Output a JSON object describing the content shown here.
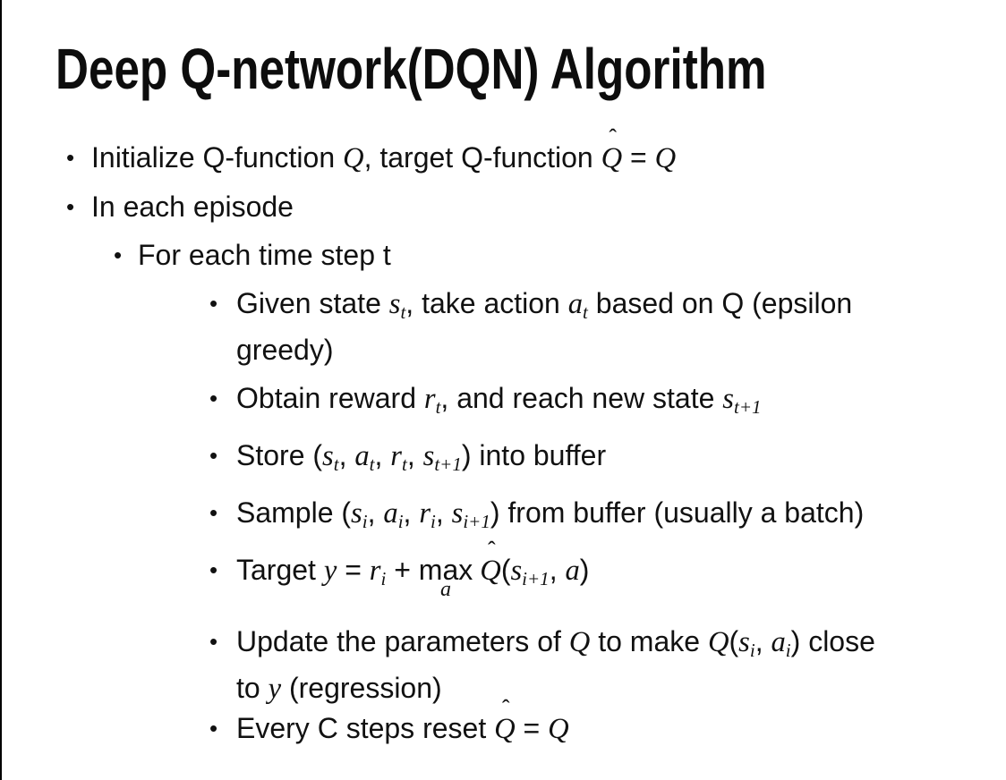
{
  "glyphs": {
    "bullet": "•",
    "hat": "ˆ"
  },
  "colors": {
    "text": "#111111",
    "background": "#ffffff",
    "border_left": "#000000"
  },
  "slide": {
    "title": "Deep Q-network(DQN) Algorithm",
    "bullets": [
      {
        "level": 1,
        "segments": [
          {
            "s": "p",
            "t": "Initialize Q-function "
          },
          {
            "s": "m",
            "t": "Q"
          },
          {
            "s": "p",
            "t": ", target Q-function "
          },
          {
            "s": "hat",
            "t": "Q"
          },
          {
            "s": "p",
            "t": " = "
          },
          {
            "s": "m",
            "t": "Q"
          }
        ]
      },
      {
        "level": 1,
        "segments": [
          {
            "s": "p",
            "t": "In each episode"
          }
        ]
      },
      {
        "level": 2,
        "segments": [
          {
            "s": "p",
            "t": "For each time step t"
          }
        ]
      },
      {
        "level": 3,
        "segments": [
          {
            "s": "p",
            "t": "Given state "
          },
          {
            "s": "m",
            "t": "s"
          },
          {
            "s": "sub",
            "t": "t"
          },
          {
            "s": "p",
            "t": ", take action "
          },
          {
            "s": "m",
            "t": "a"
          },
          {
            "s": "sub",
            "t": "t"
          },
          {
            "s": "p",
            "t": " based on Q (epsilon"
          },
          {
            "s": "br"
          },
          {
            "s": "p",
            "t": "greedy)"
          }
        ]
      },
      {
        "level": 3,
        "segments": [
          {
            "s": "p",
            "t": "Obtain reward "
          },
          {
            "s": "m",
            "t": "r"
          },
          {
            "s": "sub",
            "t": "t"
          },
          {
            "s": "p",
            "t": ", and reach new state "
          },
          {
            "s": "m",
            "t": "s"
          },
          {
            "s": "sub",
            "t": "t+1"
          }
        ]
      },
      {
        "level": 3,
        "segments": [
          {
            "s": "p",
            "t": "Store ("
          },
          {
            "s": "m",
            "t": "s"
          },
          {
            "s": "sub",
            "t": "t"
          },
          {
            "s": "p",
            "t": ", "
          },
          {
            "s": "m",
            "t": "a"
          },
          {
            "s": "sub",
            "t": "t"
          },
          {
            "s": "p",
            "t": ", "
          },
          {
            "s": "m",
            "t": "r"
          },
          {
            "s": "sub",
            "t": "t"
          },
          {
            "s": "p",
            "t": ", "
          },
          {
            "s": "m",
            "t": "s"
          },
          {
            "s": "sub",
            "t": "t+1"
          },
          {
            "s": "p",
            "t": ") into buffer"
          }
        ]
      },
      {
        "level": 3,
        "segments": [
          {
            "s": "p",
            "t": "Sample ("
          },
          {
            "s": "m",
            "t": "s"
          },
          {
            "s": "sub",
            "t": "i"
          },
          {
            "s": "p",
            "t": ", "
          },
          {
            "s": "m",
            "t": "a"
          },
          {
            "s": "sub",
            "t": "i"
          },
          {
            "s": "p",
            "t": ", "
          },
          {
            "s": "m",
            "t": "r"
          },
          {
            "s": "sub",
            "t": "i"
          },
          {
            "s": "p",
            "t": ", "
          },
          {
            "s": "m",
            "t": "s"
          },
          {
            "s": "sub",
            "t": "i+1"
          },
          {
            "s": "p",
            "t": ") from buffer (usually a batch)"
          }
        ]
      },
      {
        "level": 3,
        "segments": [
          {
            "s": "p",
            "t": "Target "
          },
          {
            "s": "m",
            "t": "y"
          },
          {
            "s": "p",
            "t": " = "
          },
          {
            "s": "m",
            "t": "r"
          },
          {
            "s": "sub",
            "t": "i"
          },
          {
            "s": "p",
            "t": " + "
          },
          {
            "s": "max",
            "t": "max",
            "u": "a"
          },
          {
            "s": "hat",
            "t": "Q"
          },
          {
            "s": "p",
            "t": "("
          },
          {
            "s": "m",
            "t": "s"
          },
          {
            "s": "sub",
            "t": "i+1"
          },
          {
            "s": "p",
            "t": ", "
          },
          {
            "s": "m",
            "t": "a"
          },
          {
            "s": "p",
            "t": ")"
          }
        ]
      },
      {
        "level": 3,
        "segments": [
          {
            "s": "p",
            "t": "Update the parameters of "
          },
          {
            "s": "m",
            "t": "Q"
          },
          {
            "s": "p",
            "t": " to make "
          },
          {
            "s": "m",
            "t": "Q"
          },
          {
            "s": "p",
            "t": "("
          },
          {
            "s": "m",
            "t": "s"
          },
          {
            "s": "sub",
            "t": "i"
          },
          {
            "s": "p",
            "t": ", "
          },
          {
            "s": "m",
            "t": "a"
          },
          {
            "s": "sub",
            "t": "i"
          },
          {
            "s": "p",
            "t": ") close"
          },
          {
            "s": "br"
          },
          {
            "s": "p",
            "t": "to "
          },
          {
            "s": "m",
            "t": "y"
          },
          {
            "s": "p",
            "t": " (regression)"
          }
        ]
      },
      {
        "level": 3,
        "segments": [
          {
            "s": "p",
            "t": "Every C steps reset "
          },
          {
            "s": "hat",
            "t": "Q"
          },
          {
            "s": "p",
            "t": " = "
          },
          {
            "s": "m",
            "t": "Q"
          }
        ]
      }
    ]
  }
}
